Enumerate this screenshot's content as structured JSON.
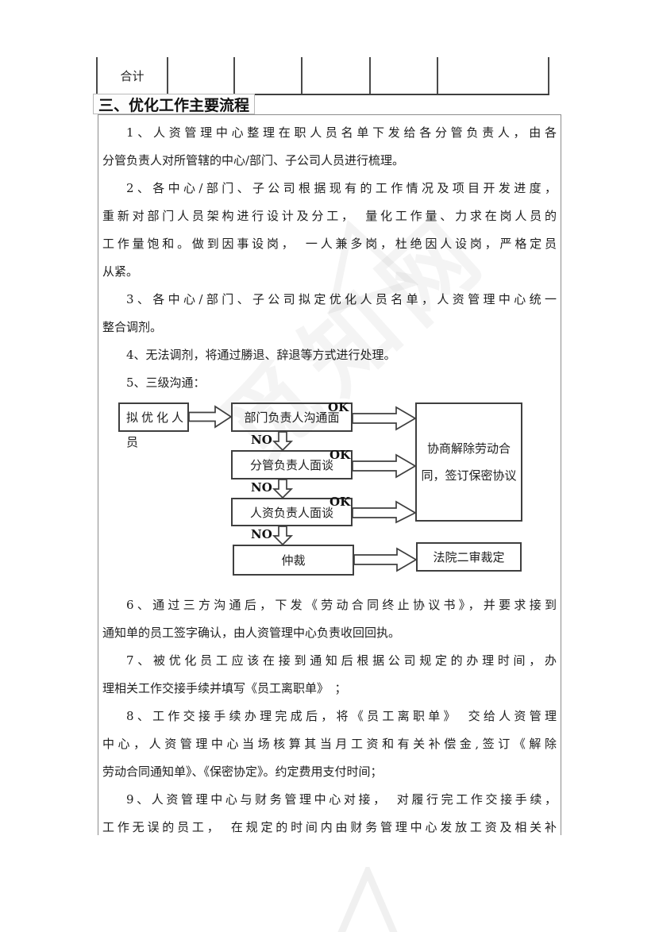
{
  "table": {
    "cells": [
      "合计",
      "",
      "",
      "",
      "",
      ""
    ]
  },
  "heading": "三、优化工作主要流程",
  "paragraphs_top": [
    {
      "lines": [
        "1、人资管理中心整理在职人员名单下发给各分管负责人，由各",
        "分管负责人对所管辖的中心/部门、子公司人员进行梳理。"
      ]
    },
    {
      "lines": [
        "2、各中心/部门、子公司根据现有的工作情况及项目开发进度，",
        "重新对部门人员架构进行设计及分工，　量化工作量、力求在岗人员的",
        "工作量饱和。做到因事设岗，　一人兼多岗，杜绝因人设岗，严格定员",
        "从紧。"
      ]
    },
    {
      "lines": [
        "3、各中心/部门、子公司拟定优化人员名单，人资管理中心统一",
        "整合调剂。"
      ]
    },
    {
      "lines": [
        "4、无法调剂，将通过勝退、辞退等方式进行处理。"
      ]
    },
    {
      "lines": [
        "5、三级沟通："
      ]
    }
  ],
  "flowchart": {
    "candidate": "拟优化人员",
    "dept": "部门负责人沟通面",
    "supervisor": "分管负责人面谈",
    "hr": "人资负责人面谈",
    "arbitration": "仲裁",
    "settlement_lines": [
      "协商解除劳动合",
      "同，签订保密协议"
    ],
    "court": "法院二审裁定",
    "ok_label": "OK",
    "no_label": "NO"
  },
  "paragraphs_bottom": [
    {
      "lines": [
        "6、通过三方沟通后，下发《劳动合同终止协议书》，并要求接到",
        "通知单的员工签字确认，由人资管理中心负责收回回执。"
      ]
    },
    {
      "lines": [
        "7、被优化员工应该在接到通知后根据公司规定的办理时间，办",
        "理相关工作交接手续并填写《员工离职单》　；"
      ]
    },
    {
      "lines": [
        "8、工作交接手续办理完成后，将《员工离职单》　交给人资管理",
        "中心，人资管理中心当场核算其当月工资和有关补偿金,签订《解除",
        "劳动合同通知单》、《保密协定》。约定费用支付时间；"
      ]
    },
    {
      "lines": [
        "9、人资管理中心与财务管理中心对接，　对履行完工作交接手续，",
        "工作无误的员工，　在规定的时间内由财务管理中心发放工资及相关补"
      ],
      "continues": true
    }
  ],
  "watermark": "觅知网"
}
